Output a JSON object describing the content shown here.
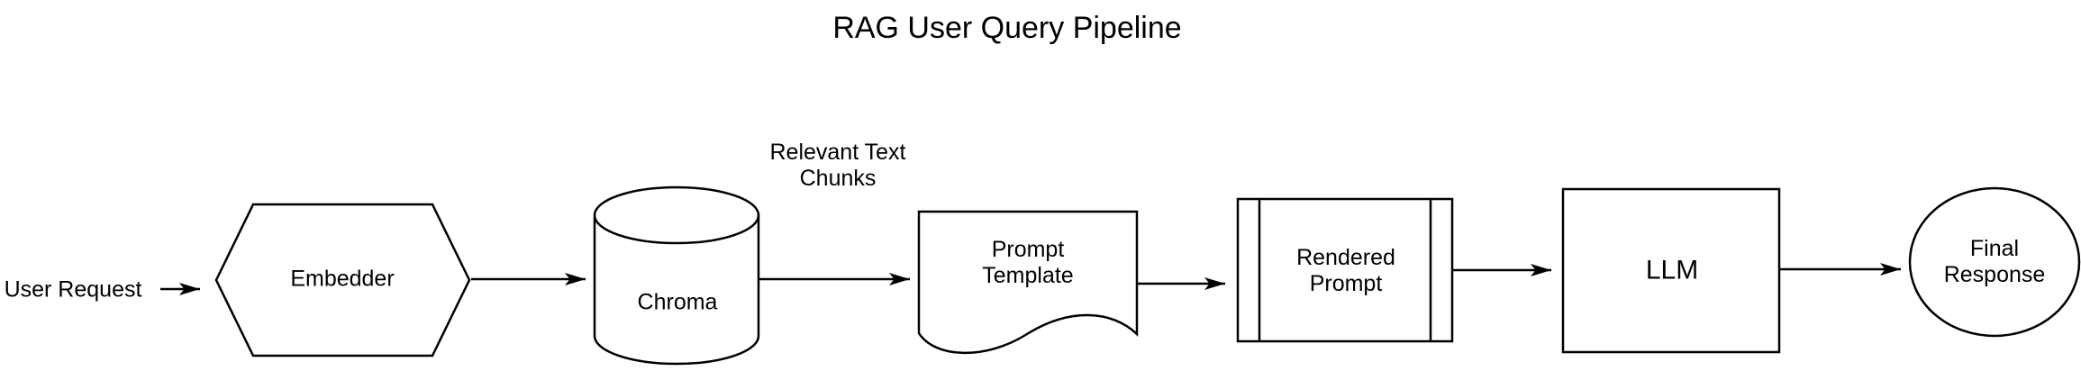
{
  "title": "RAG User Query Pipeline",
  "diagram": {
    "type": "flowchart",
    "direction": "left-to-right",
    "nodes": {
      "user_request": {
        "label": "User Request",
        "shape": "text"
      },
      "embedder": {
        "label": "Embedder",
        "shape": "hexagon"
      },
      "chroma": {
        "label": "Chroma",
        "shape": "cylinder"
      },
      "prompt_template": {
        "label": "Prompt Template",
        "shape": "document"
      },
      "rendered_prompt": {
        "label": "Rendered Prompt",
        "shape": "predefined-process"
      },
      "llm": {
        "label": "LLM",
        "shape": "rectangle"
      },
      "final_response": {
        "label": "Final Response",
        "shape": "ellipse"
      }
    },
    "edges": [
      {
        "from": "user_request",
        "to": "embedder",
        "label": ""
      },
      {
        "from": "embedder",
        "to": "chroma",
        "label": ""
      },
      {
        "from": "chroma",
        "to": "prompt_template",
        "label": "Relevant Text Chunks"
      },
      {
        "from": "prompt_template",
        "to": "rendered_prompt",
        "label": ""
      },
      {
        "from": "rendered_prompt",
        "to": "llm",
        "label": ""
      },
      {
        "from": "llm",
        "to": "final_response",
        "label": ""
      }
    ]
  },
  "colors": {
    "background": "#ffffff",
    "shape_fill": "#ffffff",
    "stroke": "#000000",
    "text": "#000000"
  }
}
